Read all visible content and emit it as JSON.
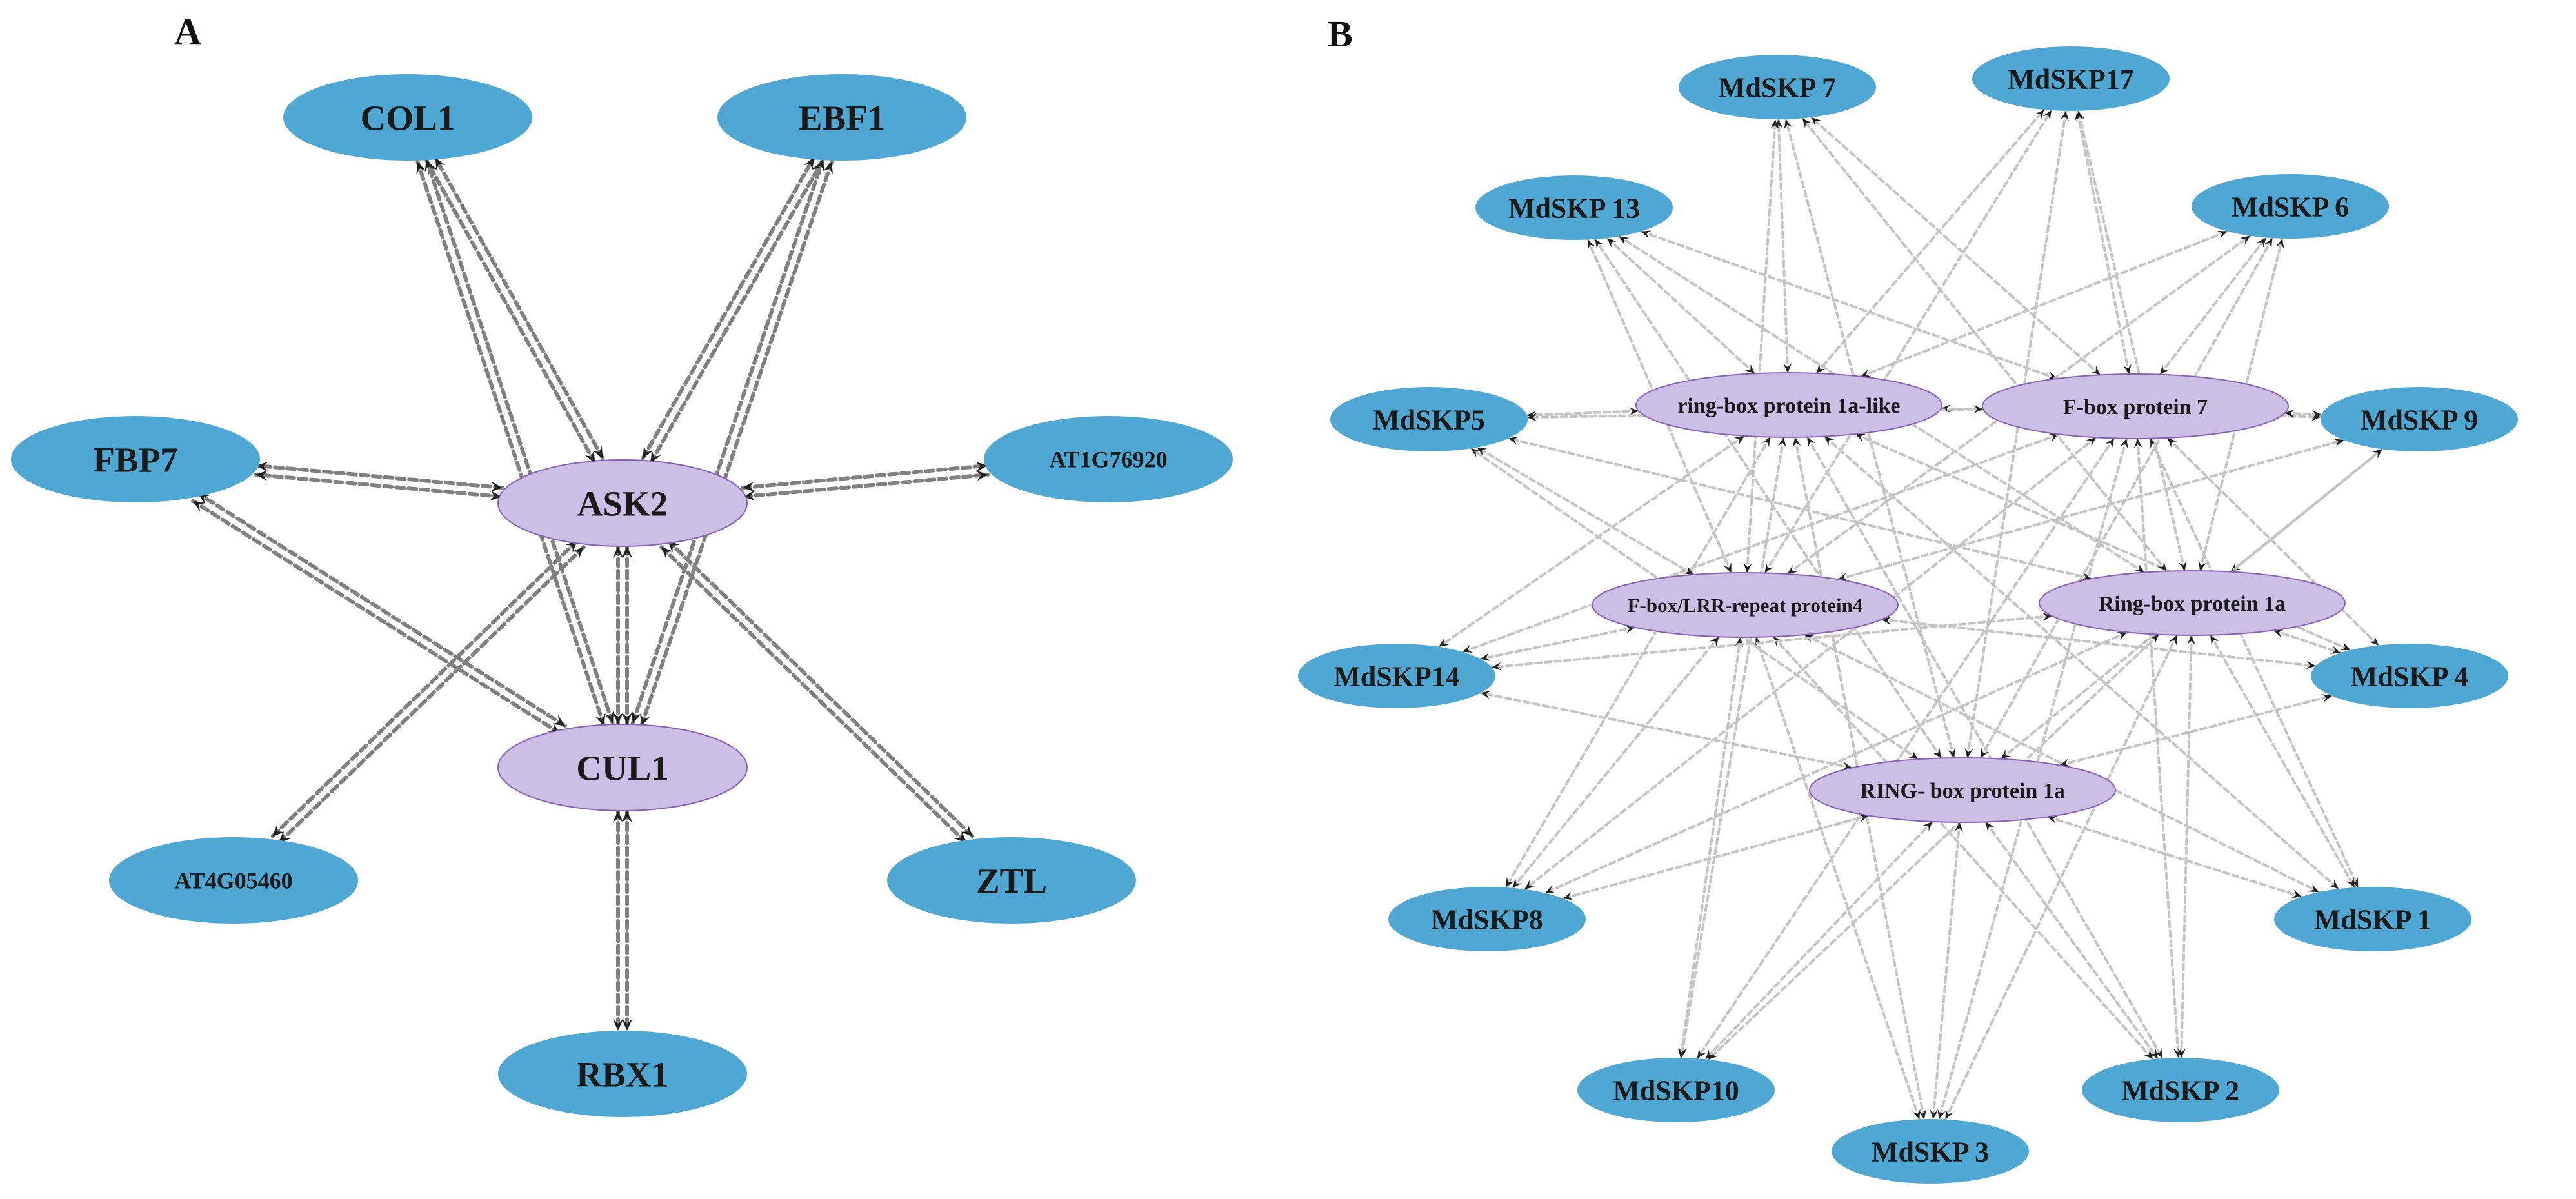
{
  "panel_a": {
    "label": "A",
    "nodes": [
      {
        "id": "COL1",
        "label": "COL1",
        "kind": "partner"
      },
      {
        "id": "EBF1",
        "label": "EBF1",
        "kind": "partner"
      },
      {
        "id": "FBP7",
        "label": "FBP7",
        "kind": "partner"
      },
      {
        "id": "AT1G76920",
        "label": "AT1G76920",
        "kind": "partner"
      },
      {
        "id": "ASK2",
        "label": "ASK2",
        "kind": "core"
      },
      {
        "id": "CUL1",
        "label": "CUL1",
        "kind": "core"
      },
      {
        "id": "AT4G05460",
        "label": "AT4G05460",
        "kind": "partner"
      },
      {
        "id": "ZTL",
        "label": "ZTL",
        "kind": "partner"
      },
      {
        "id": "RBX1",
        "label": "RBX1",
        "kind": "partner"
      }
    ],
    "edges": [
      [
        "ASK2",
        "COL1"
      ],
      [
        "ASK2",
        "EBF1"
      ],
      [
        "ASK2",
        "FBP7"
      ],
      [
        "ASK2",
        "AT1G76920"
      ],
      [
        "ASK2",
        "AT4G05460"
      ],
      [
        "ASK2",
        "ZTL"
      ],
      [
        "ASK2",
        "CUL1"
      ],
      [
        "CUL1",
        "COL1"
      ],
      [
        "CUL1",
        "EBF1"
      ],
      [
        "CUL1",
        "FBP7"
      ],
      [
        "CUL1",
        "RBX1"
      ]
    ]
  },
  "panel_b": {
    "label": "B",
    "nodes": [
      {
        "id": "MdSKP7",
        "label": "MdSKP 7",
        "kind": "partner"
      },
      {
        "id": "MdSKP17",
        "label": "MdSKP17",
        "kind": "partner"
      },
      {
        "id": "MdSKP13",
        "label": "MdSKP 13",
        "kind": "partner"
      },
      {
        "id": "MdSKP6",
        "label": "MdSKP 6",
        "kind": "partner"
      },
      {
        "id": "MdSKP5",
        "label": "MdSKP5",
        "kind": "partner"
      },
      {
        "id": "MdSKP9",
        "label": "MdSKP 9",
        "kind": "partner"
      },
      {
        "id": "MdSKP14",
        "label": "MdSKP14",
        "kind": "partner"
      },
      {
        "id": "MdSKP4",
        "label": "MdSKP 4",
        "kind": "partner"
      },
      {
        "id": "MdSKP8",
        "label": "MdSKP8",
        "kind": "partner"
      },
      {
        "id": "MdSKP1",
        "label": "MdSKP 1",
        "kind": "partner"
      },
      {
        "id": "MdSKP10",
        "label": "MdSKP10",
        "kind": "partner"
      },
      {
        "id": "MdSKP2",
        "label": "MdSKP 2",
        "kind": "partner"
      },
      {
        "id": "MdSKP3",
        "label": "MdSKP 3",
        "kind": "partner"
      },
      {
        "id": "RBP1aLike",
        "label": "ring-box protein 1a-like",
        "kind": "core"
      },
      {
        "id": "FBP7b",
        "label": "F-box protein 7",
        "kind": "core"
      },
      {
        "id": "FBLRR4",
        "label": "F-box/LRR-repeat protein4",
        "kind": "core"
      },
      {
        "id": "RBP1a",
        "label": "Ring-box protein 1a",
        "kind": "core"
      },
      {
        "id": "RINGbox1a",
        "label": "RING- box protein 1a",
        "kind": "core"
      }
    ],
    "edges": [
      [
        "RBP1aLike",
        "MdSKP7"
      ],
      [
        "RBP1aLike",
        "MdSKP17"
      ],
      [
        "RBP1aLike",
        "MdSKP13"
      ],
      [
        "RBP1aLike",
        "MdSKP6"
      ],
      [
        "RBP1aLike",
        "MdSKP5"
      ],
      [
        "RBP1aLike",
        "MdSKP9"
      ],
      [
        "RBP1aLike",
        "MdSKP14"
      ],
      [
        "RBP1aLike",
        "MdSKP4"
      ],
      [
        "RBP1aLike",
        "MdSKP8"
      ],
      [
        "RBP1aLike",
        "MdSKP1"
      ],
      [
        "RBP1aLike",
        "MdSKP10"
      ],
      [
        "RBP1aLike",
        "MdSKP2"
      ],
      [
        "RBP1aLike",
        "MdSKP3"
      ],
      [
        "FBP7b",
        "MdSKP7"
      ],
      [
        "FBP7b",
        "MdSKP17"
      ],
      [
        "FBP7b",
        "MdSKP13"
      ],
      [
        "FBP7b",
        "MdSKP6"
      ],
      [
        "FBP7b",
        "MdSKP5"
      ],
      [
        "FBP7b",
        "MdSKP9"
      ],
      [
        "FBP7b",
        "MdSKP14"
      ],
      [
        "FBP7b",
        "MdSKP4"
      ],
      [
        "FBP7b",
        "MdSKP8"
      ],
      [
        "FBP7b",
        "MdSKP1"
      ],
      [
        "FBP7b",
        "MdSKP10"
      ],
      [
        "FBP7b",
        "MdSKP2"
      ],
      [
        "FBP7b",
        "MdSKP3"
      ],
      [
        "FBLRR4",
        "MdSKP7"
      ],
      [
        "FBLRR4",
        "MdSKP17"
      ],
      [
        "FBLRR4",
        "MdSKP13"
      ],
      [
        "FBLRR4",
        "MdSKP6"
      ],
      [
        "FBLRR4",
        "MdSKP5"
      ],
      [
        "FBLRR4",
        "MdSKP9"
      ],
      [
        "FBLRR4",
        "MdSKP14"
      ],
      [
        "FBLRR4",
        "MdSKP4"
      ],
      [
        "FBLRR4",
        "MdSKP8"
      ],
      [
        "FBLRR4",
        "MdSKP1"
      ],
      [
        "FBLRR4",
        "MdSKP10"
      ],
      [
        "FBLRR4",
        "MdSKP2"
      ],
      [
        "FBLRR4",
        "MdSKP3"
      ],
      [
        "RBP1a",
        "MdSKP7"
      ],
      [
        "RBP1a",
        "MdSKP17"
      ],
      [
        "RBP1a",
        "MdSKP13"
      ],
      [
        "RBP1a",
        "MdSKP6"
      ],
      [
        "RBP1a",
        "MdSKP5"
      ],
      [
        "RBP1a",
        "MdSKP9"
      ],
      [
        "RBP1a",
        "MdSKP14"
      ],
      [
        "RBP1a",
        "MdSKP4"
      ],
      [
        "RBP1a",
        "MdSKP8"
      ],
      [
        "RBP1a",
        "MdSKP1"
      ],
      [
        "RBP1a",
        "MdSKP10"
      ],
      [
        "RBP1a",
        "MdSKP2"
      ],
      [
        "RBP1a",
        "MdSKP3"
      ],
      [
        "RINGbox1a",
        "MdSKP7"
      ],
      [
        "RINGbox1a",
        "MdSKP17"
      ],
      [
        "RINGbox1a",
        "MdSKP13"
      ],
      [
        "RINGbox1a",
        "MdSKP6"
      ],
      [
        "RINGbox1a",
        "MdSKP5"
      ],
      [
        "RINGbox1a",
        "MdSKP9"
      ],
      [
        "RINGbox1a",
        "MdSKP14"
      ],
      [
        "RINGbox1a",
        "MdSKP4"
      ],
      [
        "RINGbox1a",
        "MdSKP8"
      ],
      [
        "RINGbox1a",
        "MdSKP1"
      ],
      [
        "RINGbox1a",
        "MdSKP10"
      ],
      [
        "RINGbox1a",
        "MdSKP2"
      ],
      [
        "RINGbox1a",
        "MdSKP3"
      ]
    ]
  },
  "colors": {
    "partner_fill": "#4fa8d3",
    "core_fill": "#cbbfe6",
    "core_stroke": "#8a5fb5",
    "edge_a": "#808080",
    "edge_b": "#c4c4c4",
    "arrow_head": "#222222"
  }
}
